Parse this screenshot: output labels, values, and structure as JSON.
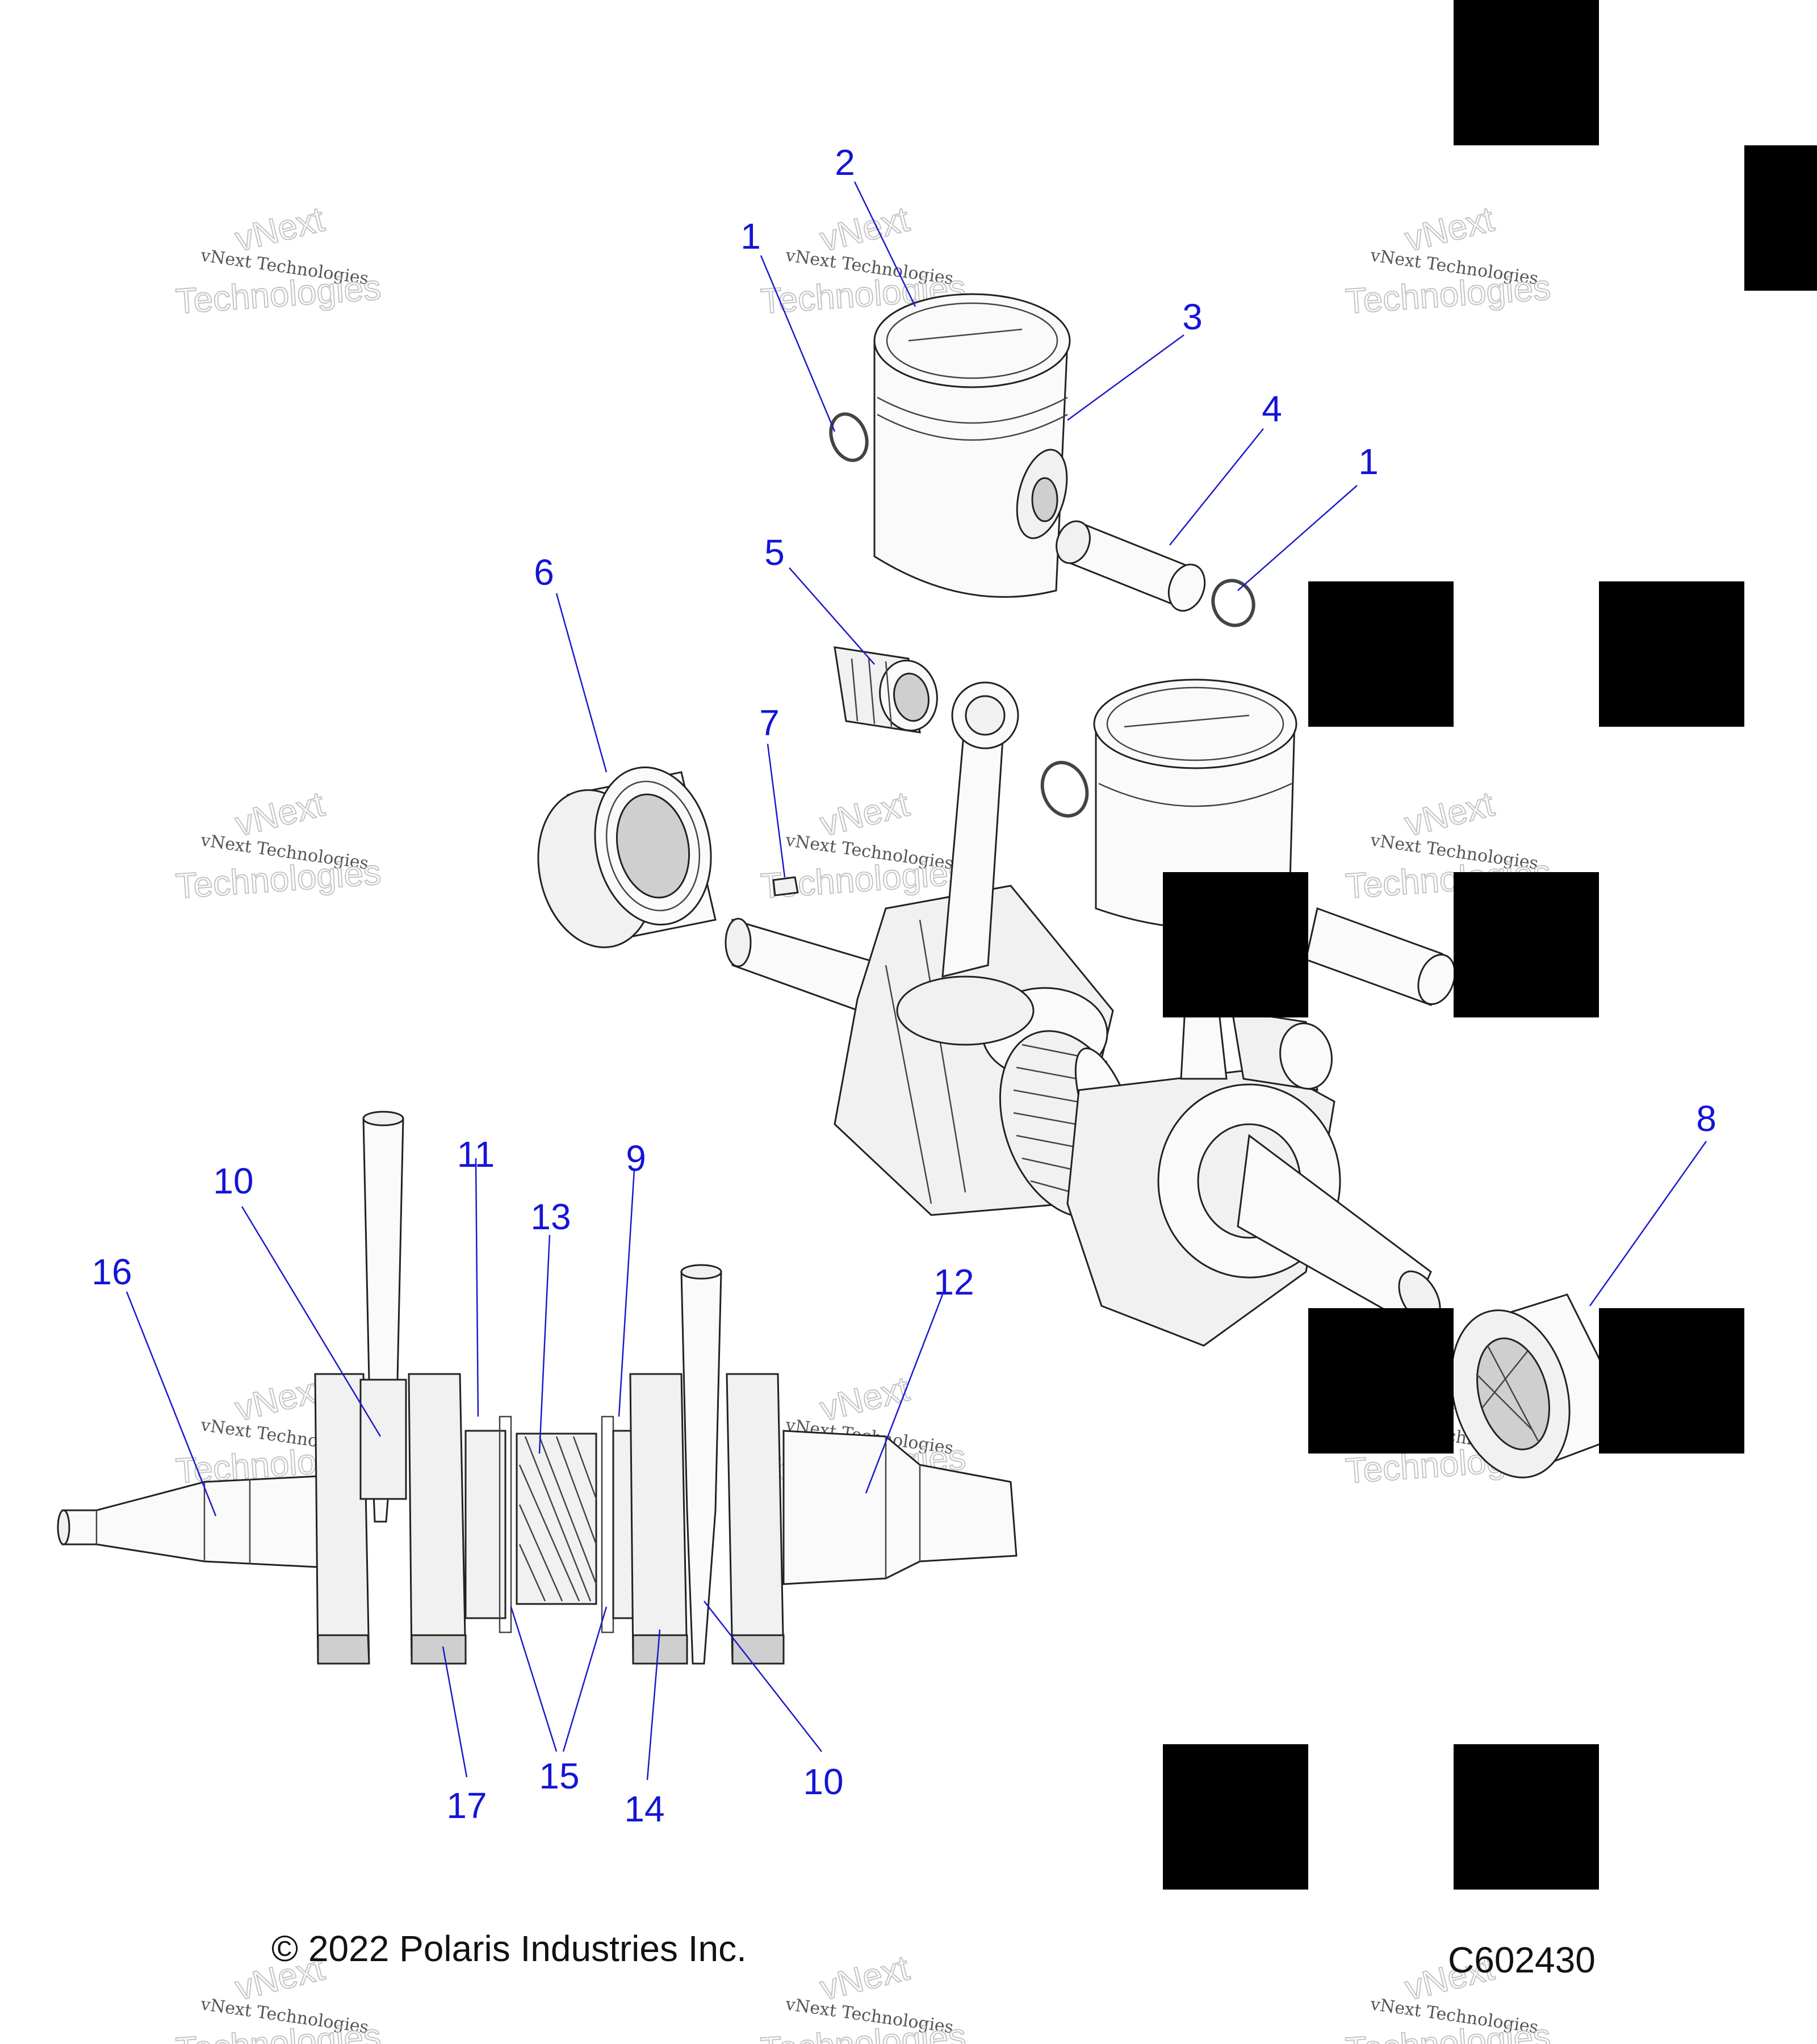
{
  "callouts": [
    {
      "label": "2"
    },
    {
      "label": "1"
    },
    {
      "label": "3"
    },
    {
      "label": "4"
    },
    {
      "label": "1"
    },
    {
      "label": "5"
    },
    {
      "label": "6"
    },
    {
      "label": "7"
    },
    {
      "label": "8"
    },
    {
      "label": "11"
    },
    {
      "label": "9"
    },
    {
      "label": "10"
    },
    {
      "label": "13"
    },
    {
      "label": "16"
    },
    {
      "label": "12"
    },
    {
      "label": "15"
    },
    {
      "label": "17"
    },
    {
      "label": "14"
    },
    {
      "label": "10"
    }
  ],
  "watermark": {
    "line1": "vNext Technologies",
    "line2": "vNext",
    "line3": "Technologies"
  },
  "footer": {
    "copyright": "© 2022 Polaris Industries Inc.",
    "figure_id": "C602430"
  }
}
